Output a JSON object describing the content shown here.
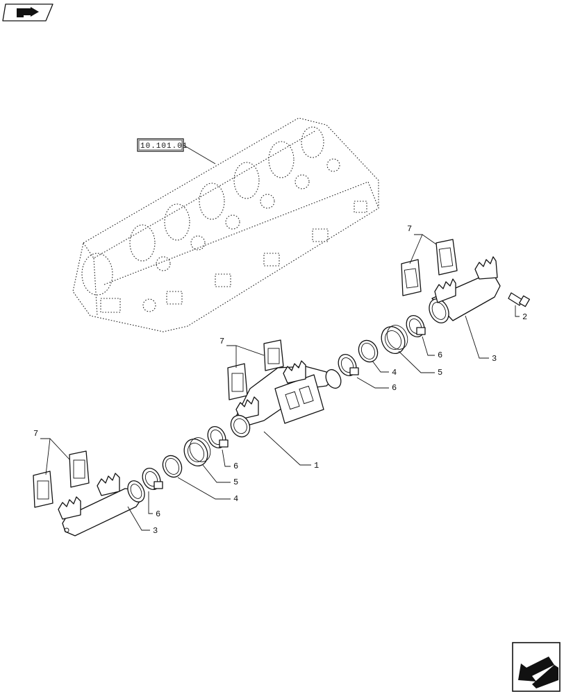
{
  "reference_box": "10.101.01",
  "callouts": [
    {
      "id": "c7a",
      "text": "7"
    },
    {
      "id": "c7b",
      "text": "7"
    },
    {
      "id": "c7c",
      "text": "7"
    },
    {
      "id": "c2",
      "text": "2"
    },
    {
      "id": "c3a",
      "text": "3"
    },
    {
      "id": "c3b",
      "text": "3"
    },
    {
      "id": "c6a",
      "text": "6"
    },
    {
      "id": "c6b",
      "text": "6"
    },
    {
      "id": "c6c",
      "text": "6"
    },
    {
      "id": "c6d",
      "text": "6"
    },
    {
      "id": "c5a",
      "text": "5"
    },
    {
      "id": "c5b",
      "text": "5"
    },
    {
      "id": "c4a",
      "text": "4"
    },
    {
      "id": "c4b",
      "text": "4"
    },
    {
      "id": "c1",
      "text": "1"
    }
  ],
  "icons": {
    "top_left": "book-pointer-icon",
    "bottom_right": "next-page-arrow-icon"
  }
}
